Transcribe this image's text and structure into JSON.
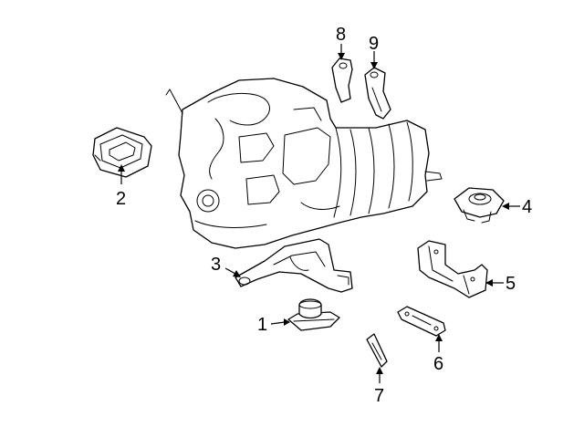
{
  "diagram": {
    "colors": {
      "line": "#000000",
      "background": "#ffffff"
    },
    "callouts": [
      {
        "id": "1",
        "label": "1"
      },
      {
        "id": "2",
        "label": "2"
      },
      {
        "id": "3",
        "label": "3"
      },
      {
        "id": "4",
        "label": "4"
      },
      {
        "id": "5",
        "label": "5"
      },
      {
        "id": "6",
        "label": "6"
      },
      {
        "id": "7",
        "label": "7"
      },
      {
        "id": "8",
        "label": "8"
      },
      {
        "id": "9",
        "label": "9"
      }
    ]
  }
}
